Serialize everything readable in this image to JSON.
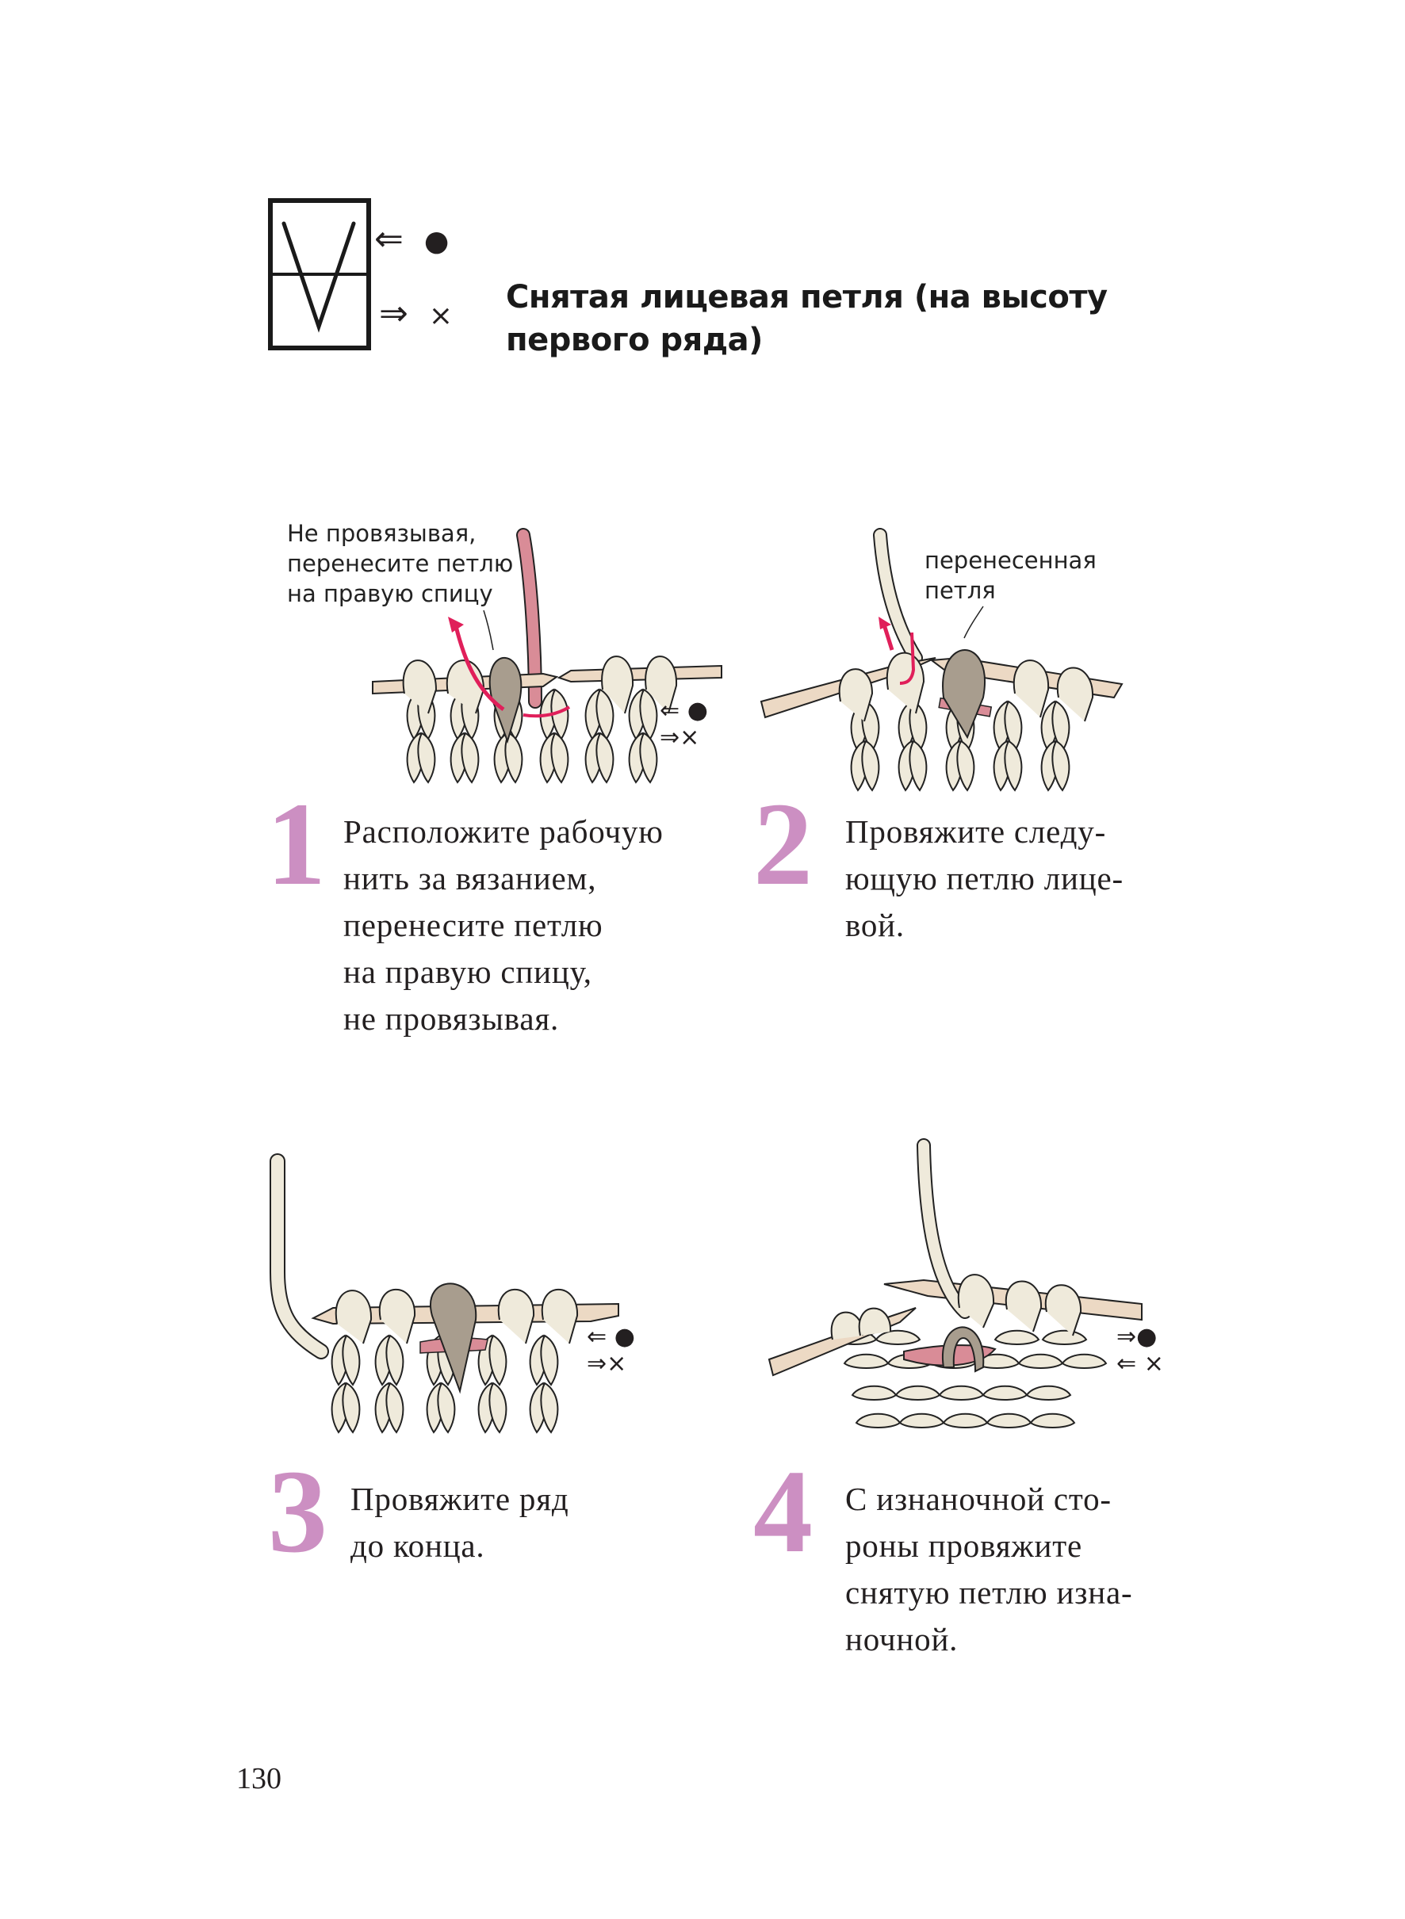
{
  "header": {
    "symbol": {
      "name": "slip-stitch-chart-symbol",
      "right_side_arrow": "⇐",
      "right_side_mark": "●",
      "wrong_side_arrow": "⇒",
      "wrong_side_mark": "×"
    },
    "title_lines": [
      "Снятая лицевая петля (на высоту",
      "первого ряда)"
    ]
  },
  "illustrations": [
    {
      "id": 1,
      "callout_lines": [
        "Не провязывая,",
        "перенесите петлю",
        "на правую спицу"
      ],
      "legend": [
        {
          "arrow": "⇐",
          "mark": "●"
        },
        {
          "arrow": "⇒",
          "mark": "×"
        }
      ]
    },
    {
      "id": 2,
      "callout_lines": [
        "перенесенная",
        "петля"
      ]
    },
    {
      "id": 3,
      "legend": [
        {
          "arrow": "⇐",
          "mark": "●"
        },
        {
          "arrow": "⇒",
          "mark": "×"
        }
      ]
    },
    {
      "id": 4,
      "legend": [
        {
          "arrow": "⇒",
          "mark": "●"
        },
        {
          "arrow": "⇐",
          "mark": "×"
        }
      ]
    }
  ],
  "steps": [
    {
      "number": "1",
      "lines": [
        "Расположите рабочую",
        "нить за вязанием,",
        "перенесите петлю",
        "на правую спицу,",
        "не провязывая."
      ]
    },
    {
      "number": "2",
      "lines": [
        "Провяжите следу-",
        "ющую петлю лице-",
        "вой."
      ]
    },
    {
      "number": "3",
      "lines": [
        "Провяжите ряд",
        "до конца."
      ]
    },
    {
      "number": "4",
      "lines": [
        "С изнаночной сто-",
        "роны провяжите",
        "снятую петлю изна-",
        "ночной."
      ]
    }
  ],
  "colors": {
    "step_number": "#cc8fc2",
    "yarn": "#efeadb",
    "slipped_stitch": "#a89d8e",
    "working_yarn_pink": "#d98c97",
    "needle": "#ecd9c4",
    "arrow_red": "#e01f5a"
  },
  "page_number": "130"
}
